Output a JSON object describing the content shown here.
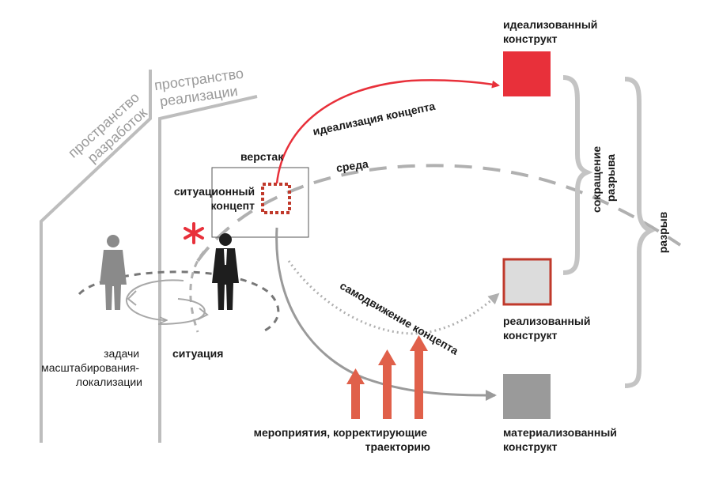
{
  "labels": {
    "space_dev": [
      "пространство",
      "разработок"
    ],
    "space_real": [
      "пространство",
      "реализации"
    ],
    "workbench": "верстак",
    "situational_concept": [
      "ситуационный",
      "концепт"
    ],
    "environment": "среда",
    "idealization": "идеализация концепта",
    "idealized_construct": [
      "идеализованный",
      "конструкт"
    ],
    "realized_construct": [
      "реализованный",
      "конструкт"
    ],
    "materialized_construct": [
      "материализованный",
      "конструкт"
    ],
    "self_motion": "самодвижение концепта",
    "situation": "ситуация",
    "scaling_tasks": [
      "задачи",
      "масштабирования-",
      "локализации"
    ],
    "measures": [
      "мероприятия, корректирующие",
      "траекторию"
    ],
    "gap_reduction": [
      "сокращение",
      "разрыва"
    ],
    "gap": "разрыв"
  },
  "colors": {
    "red": "#e8303a",
    "dark_red": "#c0392b",
    "salmon": "#e0604a",
    "gray": "#a8a8a8",
    "mid_gray": "#9a9a9a",
    "dark_gray": "#666666",
    "light_fill": "#dcdcdc",
    "black": "#111111"
  }
}
